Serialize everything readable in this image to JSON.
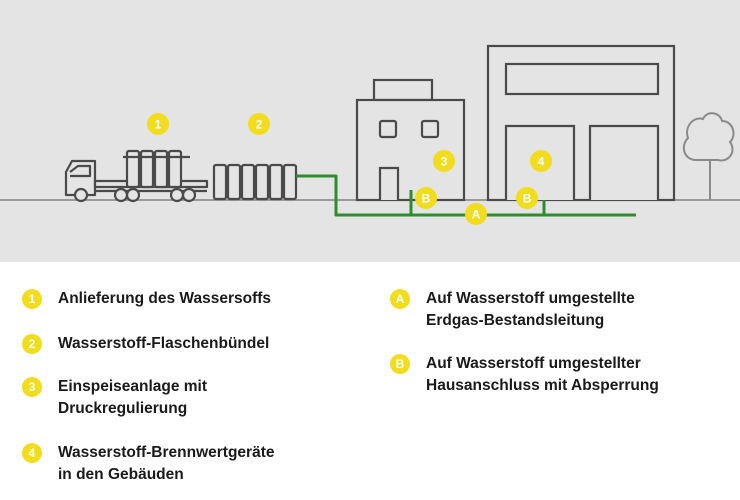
{
  "colors": {
    "background": "#e4e4e4",
    "outline": "#5a5a5a",
    "pipe": "#2e8b2e",
    "badge": "#f2dc1e",
    "badge_text": "#ffffff",
    "tree": "#8a8a8a"
  },
  "scene": {
    "markers": [
      {
        "label": "1"
      },
      {
        "label": "2"
      },
      {
        "label": "3"
      },
      {
        "label": "4"
      },
      {
        "label": "A"
      },
      {
        "label": "B"
      },
      {
        "label": "B"
      }
    ],
    "icons": [
      "truck-icon",
      "cylinder-bundle-icon",
      "small-building-icon",
      "large-building-icon",
      "tree-icon",
      "pipeline-icon"
    ]
  },
  "legend": {
    "items": [
      {
        "badge": "1",
        "lines": [
          "Anlieferung des Wassersoffs"
        ]
      },
      {
        "badge": "2",
        "lines": [
          "Wasserstoff-Flaschenbündel"
        ]
      },
      {
        "badge": "3",
        "lines": [
          "Einspeiseanlage mit",
          "Druckregulierung"
        ]
      },
      {
        "badge": "4",
        "lines": [
          "Wasserstoff-Brennwertgeräte",
          "in den Gebäuden"
        ]
      },
      {
        "badge": "A",
        "lines": [
          "Auf Wasserstoff umgestellte",
          "Erdgas-Bestandsleitung"
        ]
      },
      {
        "badge": "B",
        "lines": [
          "Auf Wasserstoff umgestellter",
          "Hausanschluss mit Absperrung"
        ]
      }
    ]
  }
}
